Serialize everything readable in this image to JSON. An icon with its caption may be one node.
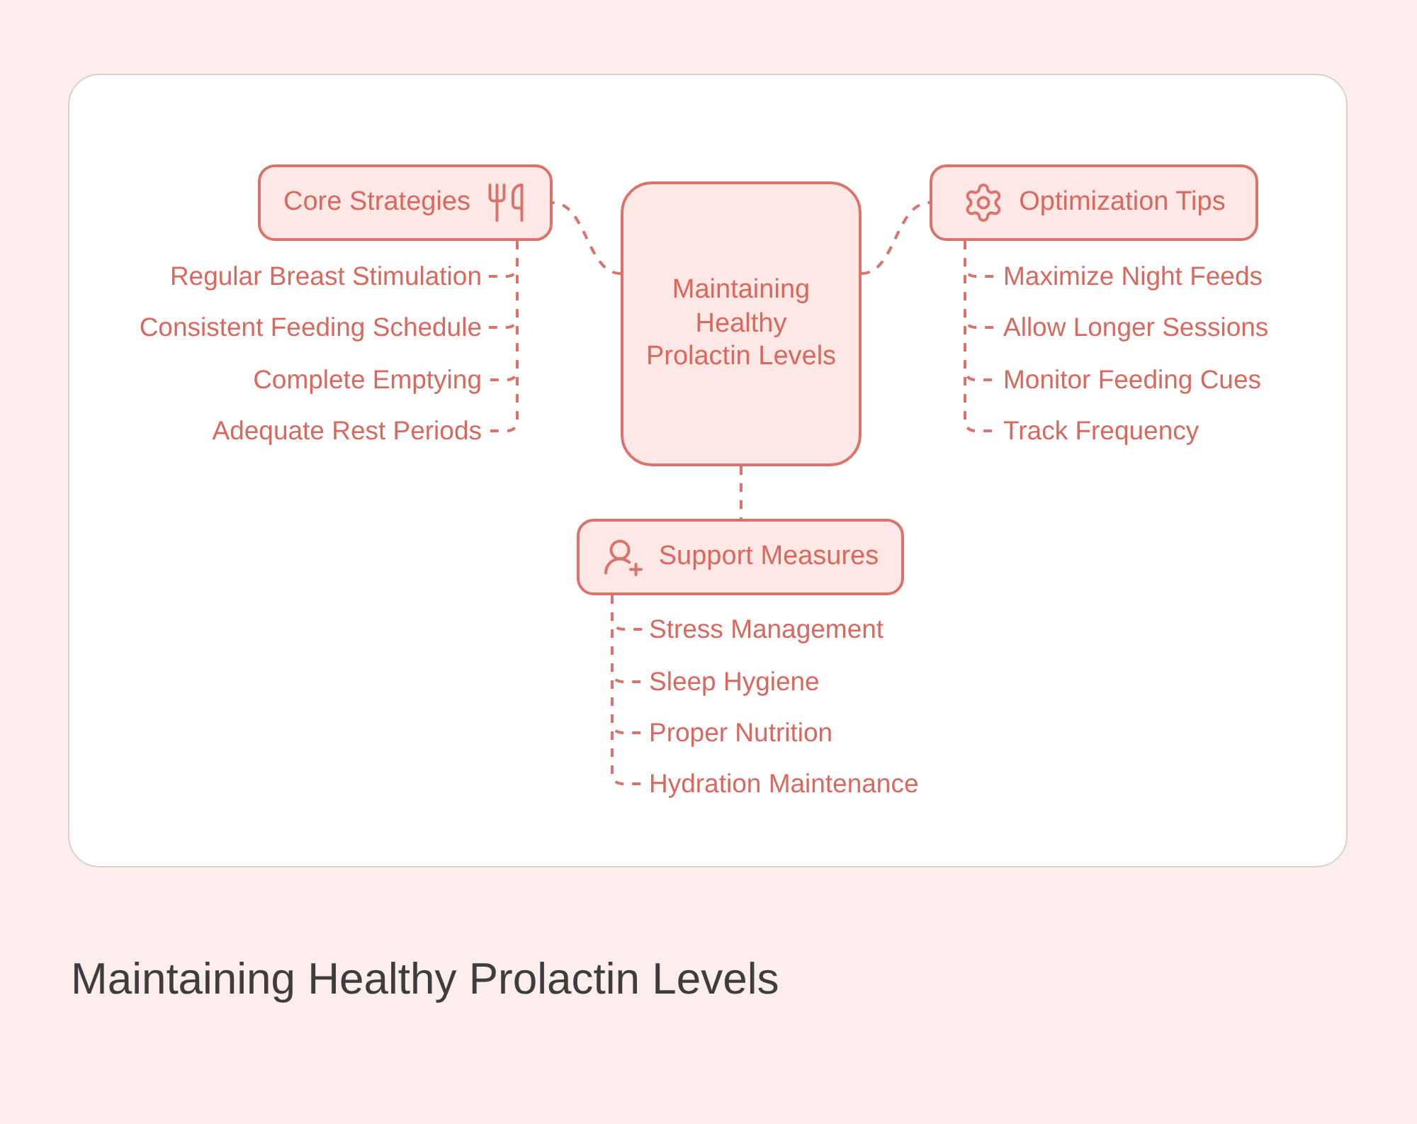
{
  "diagram": {
    "caption": "Maintaining Healthy Prolactin Levels",
    "nodes": [
      {
        "text": [
          "Maintaining Healthy Prolactin Levels"
        ]
      },
      {
        "text": [
          "Core Strategies"
        ]
      },
      {
        "text": [
          "Regular Breast Stimulation"
        ]
      },
      {
        "text": [
          "Consistent Feeding Schedule"
        ]
      },
      {
        "text": [
          "Complete Emptying"
        ]
      },
      {
        "text": [
          "Adequate Rest Periods"
        ]
      },
      {
        "text": [
          "Optimization Tips"
        ]
      },
      {
        "text": [
          "Maximize Night Feeds"
        ]
      },
      {
        "text": [
          "Allow Longer Sessions"
        ]
      },
      {
        "text": [
          "Monitor Feeding Cues"
        ]
      },
      {
        "text": [
          "Track Frequency"
        ]
      },
      {
        "text": [
          "Support Measures"
        ]
      },
      {
        "text": [
          "Stress Management"
        ]
      },
      {
        "text": [
          "Sleep Hygiene"
        ]
      },
      {
        "text": [
          "Proper Nutrition"
        ]
      },
      {
        "text": [
          "Hydration Maintenance"
        ]
      }
    ],
    "edges": [
      {
        "from": 0,
        "to": 1,
        "arrow": "none",
        "style": "dashed"
      },
      {
        "from": 1,
        "to": 2,
        "arrow": "none",
        "style": "dashed"
      },
      {
        "from": 1,
        "to": 3,
        "arrow": "none",
        "style": "dashed"
      },
      {
        "from": 1,
        "to": 4,
        "arrow": "none",
        "style": "dashed"
      },
      {
        "from": 1,
        "to": 5,
        "arrow": "none",
        "style": "dashed"
      },
      {
        "from": 0,
        "to": 6,
        "arrow": "none",
        "style": "dashed"
      },
      {
        "from": 6,
        "to": 7,
        "arrow": "none",
        "style": "dashed"
      },
      {
        "from": 6,
        "to": 8,
        "arrow": "none",
        "style": "dashed"
      },
      {
        "from": 6,
        "to": 9,
        "arrow": "none",
        "style": "dashed"
      },
      {
        "from": 6,
        "to": 10,
        "arrow": "none",
        "style": "dashed"
      },
      {
        "from": 0,
        "to": 11,
        "arrow": "none",
        "style": "dashed"
      },
      {
        "from": 11,
        "to": 12,
        "arrow": "none",
        "style": "dashed"
      },
      {
        "from": 11,
        "to": 13,
        "arrow": "none",
        "style": "dashed"
      },
      {
        "from": 11,
        "to": 14,
        "arrow": "none",
        "style": "dashed"
      },
      {
        "from": 11,
        "to": 15,
        "arrow": "none",
        "style": "dashed"
      }
    ]
  }
}
